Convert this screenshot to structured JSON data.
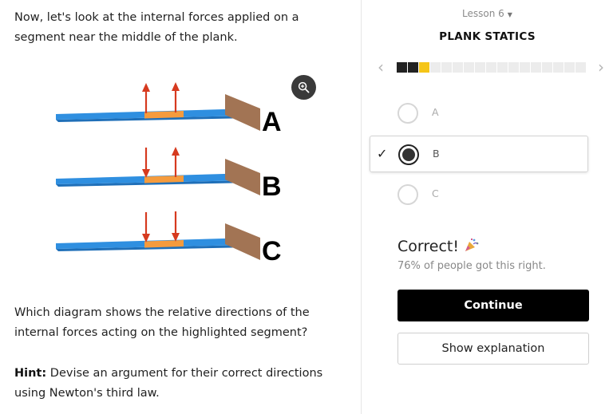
{
  "question": {
    "intro": "Now, let's look at the internal forces applied on a segment near the middle of the plank.",
    "prompt": "Which diagram shows the relative directions of the internal forces acting on the highlighted segment?",
    "hint_label": "Hint:",
    "hint_text": " Devise an argument for their correct directions using Newton's third law."
  },
  "diagram": {
    "labels": [
      "A",
      "B",
      "C"
    ],
    "arrows": [
      [
        "up",
        "up"
      ],
      [
        "down",
        "up"
      ],
      [
        "down",
        "down"
      ]
    ],
    "colors": {
      "plank": "#2f8fe0",
      "segment": "#f59b3d",
      "wall": "#a27454",
      "arrow": "#d63a1f"
    }
  },
  "icons": {
    "zoom": "zoom-in-icon"
  },
  "sidebar": {
    "lesson": "Lesson 6",
    "title": "PLANK STATICS",
    "progress": {
      "completed": 2,
      "current": 3,
      "total": 17
    },
    "options": [
      {
        "label": "A",
        "selected": false
      },
      {
        "label": "B",
        "selected": true
      },
      {
        "label": "C",
        "selected": false
      }
    ],
    "result": "Correct!",
    "stat": "76% of people got this right.",
    "continue_label": "Continue",
    "explain_label": "Show explanation"
  }
}
